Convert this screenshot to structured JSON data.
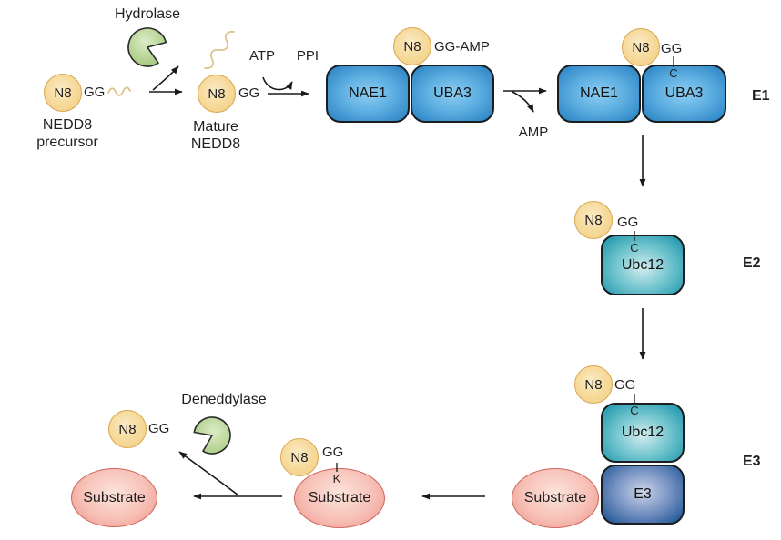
{
  "palette": {
    "n8_fill": "#f6d998",
    "n8_border": "#d9a750",
    "e1_blue": "#2b84c4",
    "e2_teal": "#1e96ab",
    "e3_navy": "#1f5596",
    "substrate_pink": "#ee9186",
    "substrate_border": "#cd675d",
    "enzyme_green": "#b5d291",
    "squiggle_tan": "#dcc08a",
    "line": "#1a1a1a"
  },
  "processing": {
    "enzyme_label": "Hydrolase",
    "precursor": {
      "n8": "N8",
      "gg": "GG",
      "caption1": "NEDD8",
      "caption2": "precursor"
    },
    "mature": {
      "n8": "N8",
      "gg": "GG",
      "caption1": "Mature",
      "caption2": "NEDD8"
    }
  },
  "activation": {
    "atp": "ATP",
    "ppi": "PPI",
    "amp": "AMP",
    "loaded": {
      "n8": "N8",
      "adduct": "GG-AMP",
      "nae1": "NAE1",
      "uba3": "UBA3"
    },
    "thioester": {
      "n8": "N8",
      "gg": "GG",
      "cys": "C",
      "nae1": "NAE1",
      "uba3": "UBA3"
    },
    "stage": "E1"
  },
  "transthiolation": {
    "n8": "N8",
    "gg": "GG",
    "cys": "C",
    "enzyme": "Ubc12",
    "stage": "E2"
  },
  "ligation": {
    "n8": "N8",
    "gg": "GG",
    "cys": "C",
    "e2": "Ubc12",
    "e3": "E3",
    "substrate": "Substrate",
    "stage": "E3"
  },
  "conjugate": {
    "n8": "N8",
    "gg": "GG",
    "lys": "K",
    "substrate": "Substrate"
  },
  "deneddylation": {
    "enzyme_label": "Deneddylase",
    "released": {
      "n8": "N8",
      "gg": "GG"
    },
    "substrate": "Substrate"
  }
}
